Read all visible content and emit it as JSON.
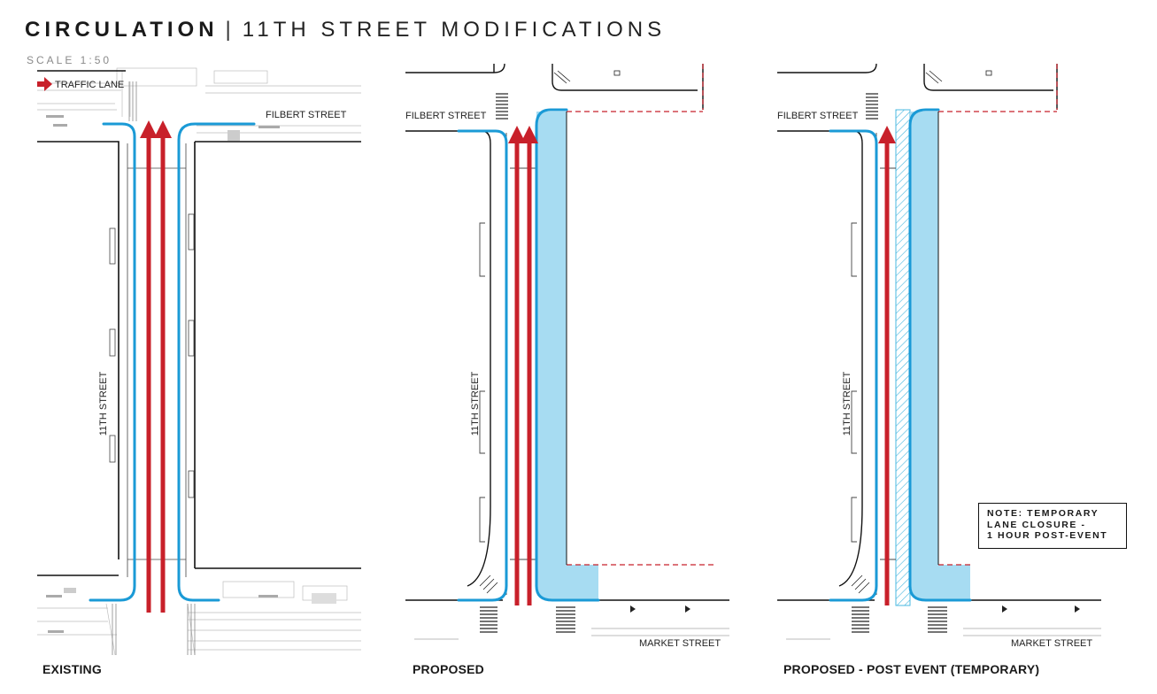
{
  "header": {
    "title_bold": "CIRCULATION",
    "title_sep": "|",
    "title_rest": "11TH STREET MODIFICATIONS",
    "scale": "SCALE 1:50"
  },
  "legend": {
    "traffic_lane": "TRAFFIC LANE"
  },
  "streets": {
    "filbert": "FILBERT STREET",
    "eleventh": "11TH STREET",
    "market": "MARKET STREET"
  },
  "panels": [
    {
      "caption": "EXISTING"
    },
    {
      "caption": "PROPOSED"
    },
    {
      "caption": "PROPOSED - POST EVENT (TEMPORARY)"
    }
  ],
  "note": {
    "line1": "NOTE: TEMPORARY",
    "line2": "LANE CLOSURE -",
    "line3": "1 HOUR POST-EVENT"
  },
  "colors": {
    "traffic_lane": "#c8202a",
    "bike_lane": "#1a9ad6",
    "plaza_fill": "#a7dcf2",
    "temporary_hatch": "#4ab8e0",
    "linework": "#222222"
  }
}
